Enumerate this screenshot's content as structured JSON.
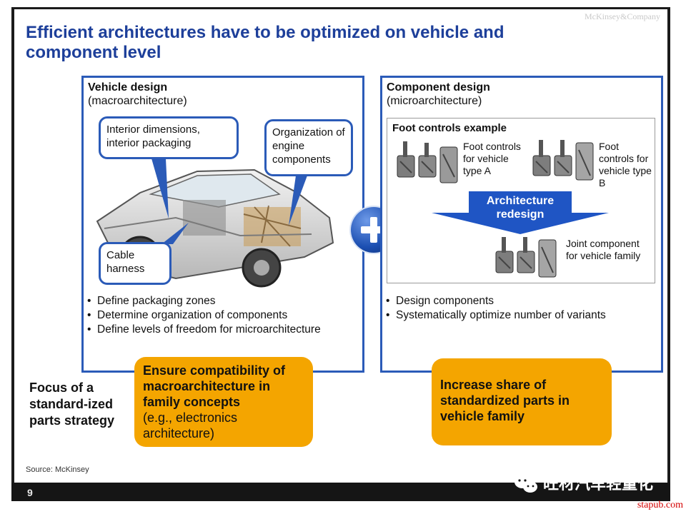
{
  "brand": "McKinsey&Company",
  "title": "Efficient architectures have to be optimized on vehicle and component level",
  "vehicle_panel": {
    "heading": "Vehicle design",
    "subheading": "(macroarchitecture)",
    "callouts": {
      "interior": "Interior dimensions, interior packaging",
      "engine": "Organization of engine components",
      "cable": "Cable harness"
    },
    "bullets": [
      "Define packaging zones",
      "Determine organization of components",
      "Define levels of freedom for microarchitecture"
    ]
  },
  "component_panel": {
    "heading": "Component design",
    "subheading": "(microarchitecture)",
    "example_title": "Foot controls example",
    "label_a": "Foot controls for vehicle type A",
    "label_b": "Foot controls for vehicle type B",
    "arrow_label": "Architecture redesign",
    "joint_label": "Joint component for vehicle family",
    "bullets": [
      "Design components",
      "Systematically optimize number of variants"
    ]
  },
  "orange_left": {
    "bold": "Ensure compatibility of macroarchitecture in family concepts",
    "normal": "(e.g., electronics architecture)"
  },
  "orange_right": {
    "bold": "Increase share of standardized parts in vehicle family"
  },
  "focus_label": "Focus of a standard-ized parts strategy",
  "source": "Source: McKinsey",
  "page_number": "9",
  "watermark": "旺材汽车轻量化",
  "site": "stapub.com",
  "colors": {
    "accent_blue": "#2b5bb8",
    "title_blue": "#1d3f9a",
    "orange": "#f4a500"
  }
}
